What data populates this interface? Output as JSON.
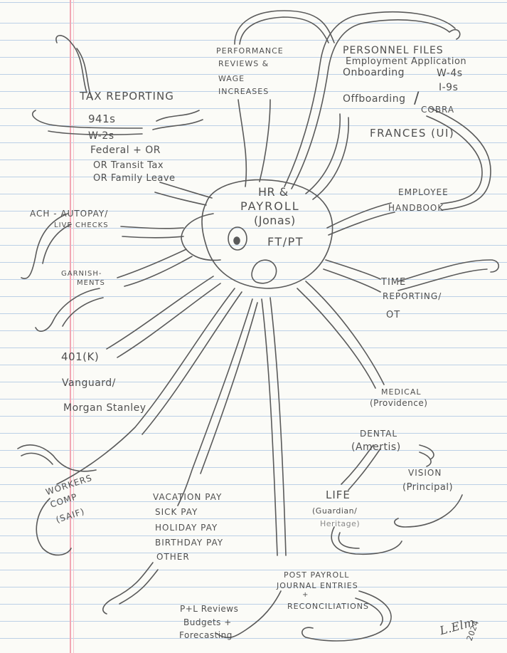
{
  "center": {
    "line1": "HR &",
    "line2": "PAYROLL",
    "line3": "(Jonas)",
    "line4": "FT/PT"
  },
  "performance": {
    "line1": "PERFORMANCE",
    "line2": "REVIEWS &",
    "line3": "WAGE",
    "line4": "INCREASES"
  },
  "personnel": {
    "title": "PERSONNEL FILES",
    "employment_application": "Employment Application",
    "onboarding": "Onboarding",
    "w4s": "W-4s",
    "i9s": "I-9s",
    "offboarding": "Offboarding",
    "slash": "/",
    "cobra": "COBRA"
  },
  "frances": "FRANCES (UI)",
  "handbook": {
    "line1": "EMPLOYEE",
    "line2": "HANDBOOK"
  },
  "time_reporting": {
    "line1": "TIME",
    "line2": "REPORTING/",
    "line3": "OT"
  },
  "tax": {
    "title": "TAX REPORTING",
    "item1": "941s",
    "item2": "W-2s",
    "item3": "Federal + OR",
    "item4": "OR Transit Tax",
    "item5": "OR Family Leave"
  },
  "ach": {
    "line1": "ACH - AUTOPAY/",
    "line2": "LIVE CHECKS"
  },
  "garnishments": {
    "line1": "GARNISH-",
    "line2": "MENTS"
  },
  "retirement": {
    "line1": "401(K)",
    "line2": "Vanguard/",
    "line3": "Morgan Stanley"
  },
  "workers_comp": {
    "line1": "WORKERS",
    "line2": "COMP",
    "line3": "(SAIF)"
  },
  "pay": {
    "line1": "VACATION PAY",
    "line2": "SICK PAY",
    "line3": "HOLIDAY PAY",
    "line4": "BIRTHDAY PAY",
    "line5": "OTHER"
  },
  "medical": {
    "line1": "MEDICAL",
    "line2": "(Providence)"
  },
  "dental": {
    "line1": "DENTAL",
    "line2": "(Amertis)"
  },
  "vision": {
    "line1": "VISION",
    "line2": "(Principal)"
  },
  "life": {
    "line1": "LIFE",
    "line2": "(Guardian/",
    "line3": "Heritage)"
  },
  "post_payroll": {
    "line1": "POST PAYROLL",
    "line2": "JOURNAL ENTRIES",
    "line3": "+",
    "line4": "RECONCILIATIONS"
  },
  "pl": {
    "line1": "P+L Reviews",
    "line2": "Budgets +",
    "line3": "Forecasting"
  },
  "signature": {
    "name": "L.Elm",
    "year": "2024"
  },
  "colors": {
    "pencil": "#5a5a5a",
    "paper": "#fbfbf7",
    "rule": "#bcd0e6",
    "margin": "#f2a7b4"
  }
}
